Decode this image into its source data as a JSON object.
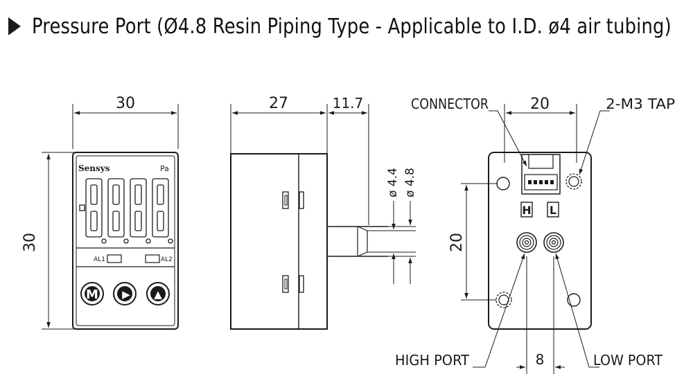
{
  "header": {
    "title": "Pressure Port (Ø4.8 Resin Piping Type - Applicable to I.D. ø4 air tubing)",
    "icon": "play-triangle-icon"
  },
  "front_view": {
    "brand": "Sensys",
    "unit": "Pa",
    "display": "8888",
    "alarm1": "AL1",
    "alarm2": "AL2",
    "buttons": [
      "M",
      "▶",
      "▲"
    ],
    "dim_width": "30",
    "dim_height": "30"
  },
  "side_view": {
    "dim_body": "27",
    "dim_port": "11.7",
    "dim_id": "ø 4.4",
    "dim_od": "ø 4.8"
  },
  "rear_view": {
    "connector_label": "CONNECTOR",
    "dim_top": "20",
    "tap_label": "2-M3 TAP",
    "high_marker": "H",
    "low_marker": "L",
    "dim_left": "20",
    "dim_bottom": "8",
    "high_port_label": "HIGH PORT",
    "low_port_label": "LOW PORT"
  },
  "colors": {
    "line": "#1a1a1a",
    "background": "#ffffff"
  }
}
